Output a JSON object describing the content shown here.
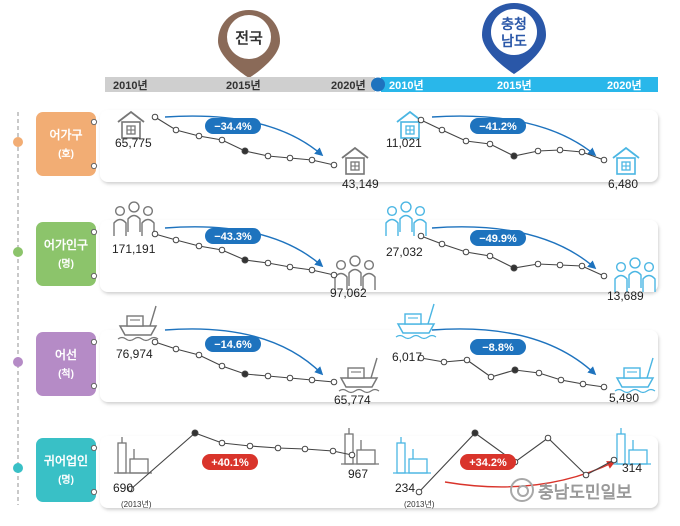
{
  "regions": {
    "national": "전국",
    "chungnam_line1": "충청",
    "chungnam_line2": "남도"
  },
  "timeline": {
    "national": [
      "2010년",
      "2015년",
      "2020년"
    ],
    "chungnam": [
      "2010년",
      "2015년",
      "2020년"
    ]
  },
  "rows": [
    {
      "label": "어가구",
      "unit": "(호)",
      "color": "#f2ad74"
    },
    {
      "label": "어가인구",
      "unit": "(명)",
      "color": "#8cc46b"
    },
    {
      "label": "어선",
      "unit": "(척)",
      "color": "#b58bc6"
    },
    {
      "label": "귀어업인",
      "unit": "(명)",
      "color": "#39c0c6"
    }
  ],
  "colors": {
    "national_bar": "#cfcfcf",
    "chungnam_bar": "#29b7ea",
    "decline_badge": "#1e73be",
    "increase_badge": "#d9342b",
    "national_pin": "#8a6a58",
    "chungnam_pin": "#2a57a8"
  },
  "chart_data": [
    {
      "type": "line",
      "row": "어가구",
      "region": "전국",
      "start_label": "65,775",
      "end_label": "43,149",
      "change": "−34.4%",
      "y": [
        65775,
        null,
        null,
        null,
        null,
        null,
        null,
        null,
        null,
        null,
        43149
      ],
      "trend": "down"
    },
    {
      "type": "line",
      "row": "어가구",
      "region": "충청남도",
      "start_label": "11,021",
      "end_label": "6,480",
      "change": "−41.2%",
      "y": [
        11021,
        null,
        null,
        null,
        null,
        null,
        null,
        null,
        null,
        null,
        6480
      ],
      "trend": "down"
    },
    {
      "type": "line",
      "row": "어가인구",
      "region": "전국",
      "start_label": "171,191",
      "end_label": "97,062",
      "change": "−43.3%",
      "y": [
        171191,
        null,
        null,
        null,
        null,
        null,
        null,
        null,
        null,
        null,
        97062
      ],
      "trend": "down"
    },
    {
      "type": "line",
      "row": "어가인구",
      "region": "충청남도",
      "start_label": "27,032",
      "end_label": "13,689",
      "change": "−49.9%",
      "y": [
        27032,
        null,
        null,
        null,
        null,
        null,
        null,
        null,
        null,
        null,
        13689
      ],
      "trend": "down"
    },
    {
      "type": "line",
      "row": "어선",
      "region": "전국",
      "start_label": "76,974",
      "end_label": "65,774",
      "change": "−14.6%",
      "y": [
        76974,
        null,
        null,
        null,
        null,
        null,
        null,
        null,
        null,
        null,
        65774
      ],
      "trend": "down"
    },
    {
      "type": "line",
      "row": "어선",
      "region": "충청남도",
      "start_label": "6,017",
      "end_label": "5,490",
      "change": "−8.8%",
      "y": [
        6017,
        null,
        null,
        null,
        null,
        null,
        null,
        null,
        null,
        null,
        5490
      ],
      "trend": "down"
    },
    {
      "type": "line",
      "row": "귀어업인",
      "region": "전국",
      "start_label": "690",
      "start_note": "(2013년)",
      "end_label": "967",
      "change": "+40.1%",
      "y": [
        690,
        null,
        null,
        null,
        null,
        null,
        null,
        null,
        967
      ],
      "trend": "up"
    },
    {
      "type": "line",
      "row": "귀어업인",
      "region": "충청남도",
      "start_label": "234",
      "start_note": "(2013년)",
      "end_label": "314",
      "change": "+34.2%",
      "y": [
        234,
        null,
        null,
        null,
        null,
        null,
        null,
        null,
        314
      ],
      "trend": "up"
    }
  ],
  "watermark": "충남도민일보"
}
